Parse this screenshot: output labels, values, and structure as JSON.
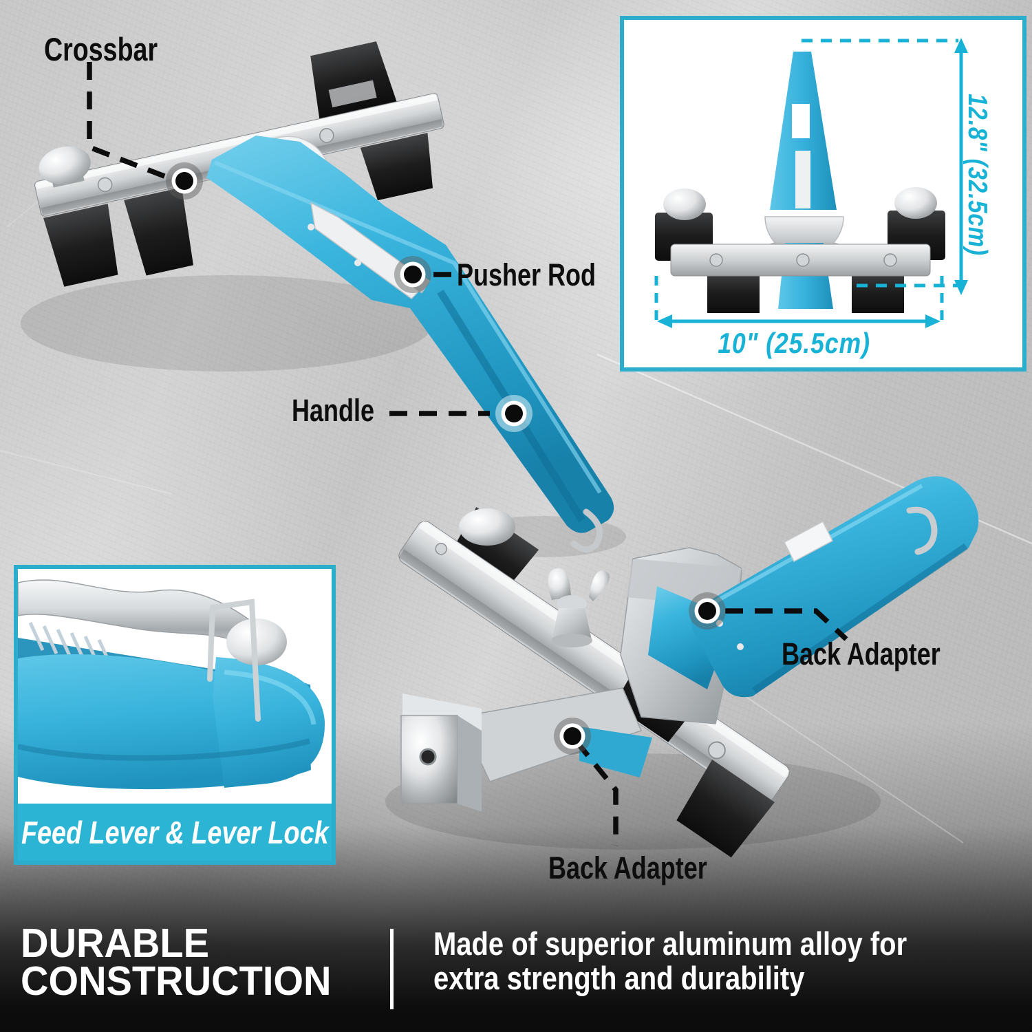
{
  "product": {
    "subject": "pipe and tube bender hand tool infographic",
    "accent_cyan": "#1db3d6",
    "inset_border_color": "#2aaecb",
    "caption_band_color": "#2cb4d5",
    "tool_blue": "#38b6de",
    "label_color": "#0d0d0d"
  },
  "callouts": {
    "crossbar": {
      "label": "Crossbar"
    },
    "pusher_rod": {
      "label": "Pusher Rod"
    },
    "handle": {
      "label": "Handle"
    },
    "back_adapter_right": {
      "label": "Back Adapter"
    },
    "back_adapter_bottom": {
      "label": "Back Adapter"
    }
  },
  "dimension_inset": {
    "height_label": "12.8\" (32.5cm)",
    "width_label": "10\" (25.5cm)"
  },
  "feed_lever_inset": {
    "caption": "Feed Lever & Lever Lock"
  },
  "footer": {
    "heading_line1": "DURABLE",
    "heading_line2": "CONSTRUCTION",
    "body_line1": "Made of superior aluminum alloy for",
    "body_line2": "extra strength and durability"
  }
}
